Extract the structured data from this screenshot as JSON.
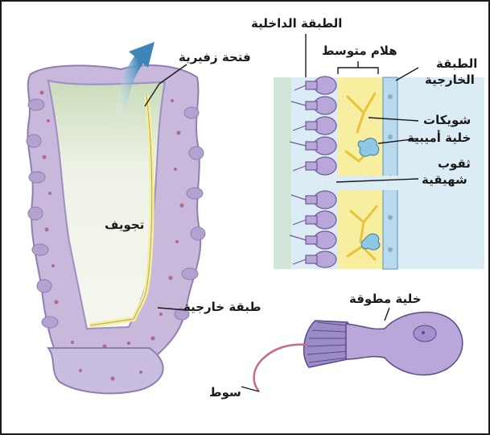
{
  "labels": {
    "inner_layer": "الطبقة الداخلية",
    "spongocoel_opening": "فتحة زفيرية",
    "mesohyl": "هلام متوسط",
    "outer_layer_top_line1": "الطبقة",
    "outer_layer_top_line2": "الخارجية",
    "spicules": "شويكات",
    "amoebocyte": "خلية أميبية",
    "pores_line1": "ثقوب",
    "pores_line2": "شهيقية",
    "cavity": "تجويف",
    "outer_layer_bottom": "طبقة خارجية",
    "collar_cell": "خلية مطوقة",
    "flagellum": "سوط"
  },
  "colors": {
    "frame": "#1a1a1a",
    "sponge_body": "#c7b8dc",
    "sponge_dots": "#b06a8e",
    "cavity": "#eef2e6",
    "inner_lining": "#f4ef9c",
    "arrow": "#3f86b8",
    "panel_bg": "#dcecf4",
    "mesohyl": "#f7eea0",
    "spicule": "#e7c43a",
    "amoebocyte": "#8ec8e6",
    "collar_cell": "#b9a7d9",
    "pointer": "#1a1a1a"
  }
}
